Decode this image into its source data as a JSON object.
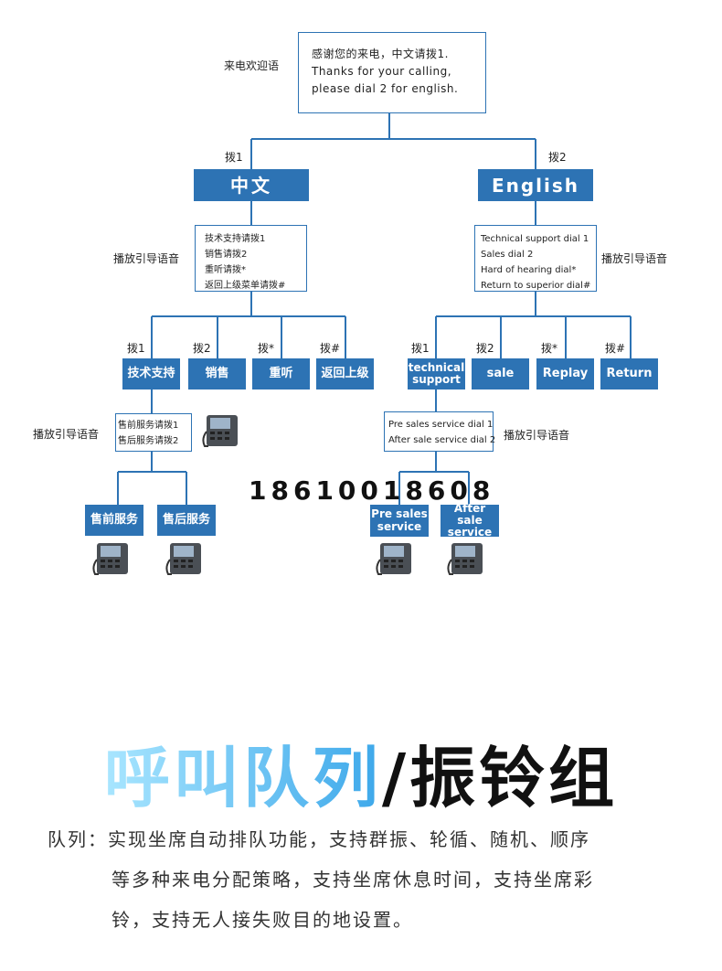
{
  "welcome": {
    "label": "来电欢迎语",
    "lines": [
      "感谢您的来电，中文请拨1.",
      "Thanks for your calling,",
      "please dial 2 for english."
    ]
  },
  "branches": {
    "left_dial": "拨1",
    "right_dial": "拨2",
    "left_title": "中文",
    "right_title": "English"
  },
  "left_menu": {
    "label": "播放引导语音",
    "lines": [
      "技术支持请拨1",
      "销售请拨2",
      "重听请拨*",
      "返回上级菜单请拨#"
    ],
    "dials": [
      "拨1",
      "拨2",
      "拨*",
      "拨#"
    ],
    "buttons": [
      "技术支持",
      "销售",
      "重听",
      "返回上级"
    ]
  },
  "right_menu": {
    "label": "播放引导语音",
    "lines": [
      "Technical support dial 1",
      "Sales dial  2",
      "Hard of hearing dial*",
      "Return to superior dial#"
    ],
    "dials": [
      "拨1",
      "拨2",
      "拨*",
      "拨#"
    ],
    "buttons": [
      "technical support",
      "sale",
      "Replay",
      "Return"
    ]
  },
  "left_sub": {
    "label": "播放引导语音",
    "lines": [
      "售前服务请拨1",
      "售后服务请拨2"
    ],
    "buttons": [
      "售前服务",
      "售后服务"
    ]
  },
  "right_sub": {
    "label": "播放引导语音",
    "lines": [
      "Pre sales service dial 1",
      "After sale service dial 2"
    ],
    "buttons": [
      "Pre sales service",
      "After sale service"
    ]
  },
  "phone_number": "18610018608",
  "feature": {
    "title_light": "呼叫队列",
    "title_dark": "/振铃组",
    "lines": [
      "队列：实现坐席自动排队功能，支持群振、轮循、随机、顺序",
      "等多种来电分配策略，支持坐席休息时间，支持坐席彩",
      "铃，支持无人接失败目的地设置。"
    ]
  },
  "colors": {
    "accent": "#2d73b4",
    "title_gradient_start": "#a9e6ff",
    "title_gradient_end": "#3da8ea"
  },
  "icons": [
    "desk-phone-icon"
  ]
}
